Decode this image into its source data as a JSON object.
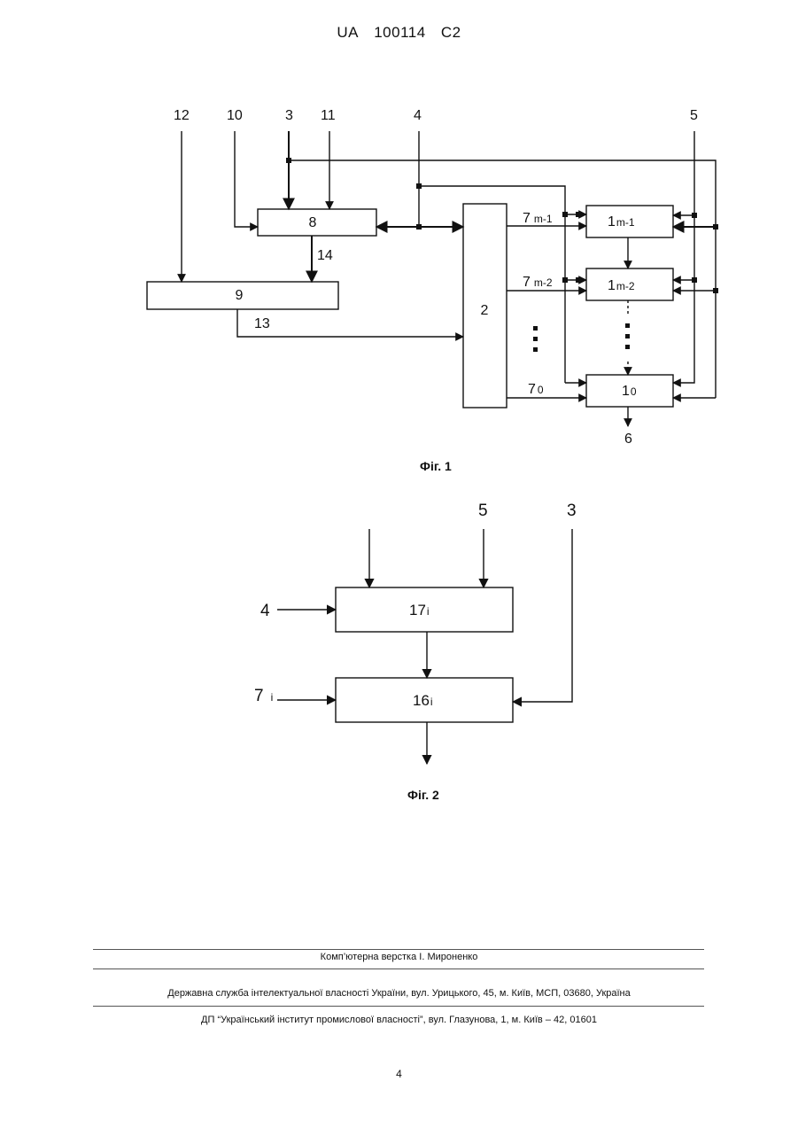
{
  "header": {
    "country": "UA",
    "number": "100114",
    "kind": "C2"
  },
  "fig1": {
    "caption": "Фіг. 1",
    "top_labels": [
      "12",
      "10",
      "3",
      "11",
      "4",
      "5"
    ],
    "block_8": "8",
    "block_9": "9",
    "block_2": "2",
    "label_14": "14",
    "label_13": "13",
    "out_7m1": {
      "base": "7",
      "sub": "m-1"
    },
    "out_7m2": {
      "base": "7",
      "sub": "m-2"
    },
    "out_70": {
      "base": "7",
      "sub": "0"
    },
    "cell_m1": {
      "base": "1",
      "sub": "m-1"
    },
    "cell_m2": {
      "base": "1",
      "sub": "m-2"
    },
    "cell_0": {
      "base": "1",
      "sub": "0"
    },
    "output_label": "6"
  },
  "fig2": {
    "caption": "Фіг. 2",
    "label_5": "5",
    "label_3": "3",
    "label_4": "4",
    "input_7i": {
      "base": "7",
      "sub": "i"
    },
    "block_17i": {
      "base": "17",
      "sub": "i"
    },
    "block_16i": {
      "base": "16",
      "sub": "i"
    }
  },
  "footer": {
    "layout_credit": "Комп’ютерна верстка І. Мироненко",
    "agency": "Державна служба інтелектуальної власності України, вул. Урицького, 45, м. Київ, МСП, 03680, Україна",
    "institute": "ДП “Український інститут промислової власності”, вул. Глазунова, 1, м. Київ – 42, 01601"
  },
  "page_number": "4"
}
